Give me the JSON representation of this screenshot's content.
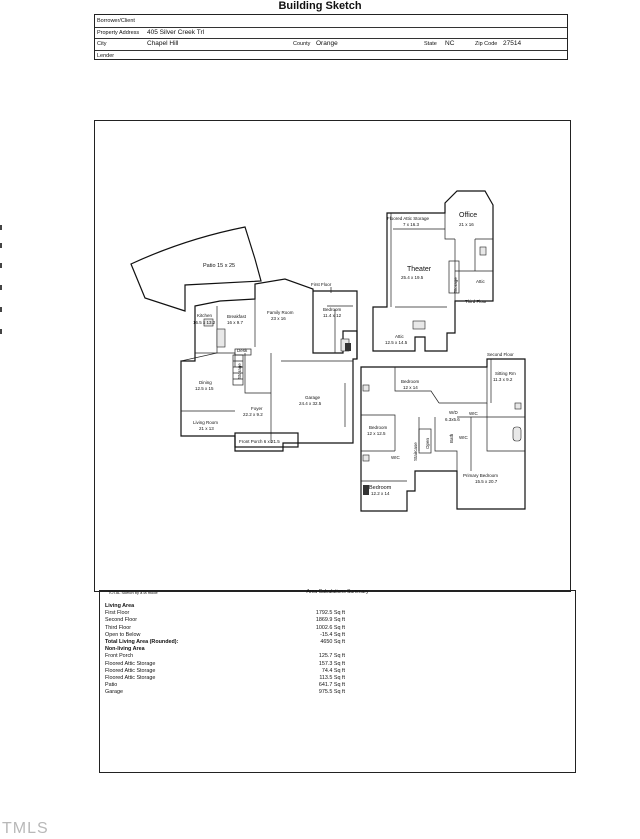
{
  "document": {
    "title": "Building Sketch"
  },
  "header": {
    "borrower_label": "Borrower/Client",
    "property_address_label": "Property Address",
    "property_address": "405 Silver Creek Trl",
    "city_label": "City",
    "city": "Chapel Hill",
    "county_label": "County",
    "county": "Orange",
    "state_label": "State",
    "state": "NC",
    "zip_label": "Zip Code",
    "zip": "27514",
    "lender_label": "Lender"
  },
  "sketch": {
    "first_floor": {
      "floor_label": "First Floor",
      "patio": "Patio 15 x 25",
      "kitchen": "Kitchen",
      "kitchen_dim": "16.5 x 13.2",
      "breakfast": "Breakfast",
      "breakfast_dim": "16 x 9.7",
      "family_room": "Family Room",
      "family_room_dim": "23 x 16",
      "bedroom": "Bedroom",
      "bedroom_dim": "11.4 x 12",
      "desk": "Desk",
      "storage": "Storage",
      "dining": "Dining",
      "dining_dim": "12.5 x 15",
      "foyer": "Foyer",
      "foyer_dim": "22.2 x 9.2",
      "living_room": "Living Room",
      "living_room_dim": "21 x 13",
      "garage": "Garage",
      "garage_dim": "24.4 x 32.5",
      "front_porch": "Front Porch 6 x 21.5"
    },
    "third_floor": {
      "floor_label": "Third Floor",
      "floored_attic_storage": "Floored Attic Storage",
      "floored_attic_storage_dim": "7 x 16.3",
      "office": "Office",
      "office_dim": "21 x 16",
      "theater": "Theater",
      "theater_dim": "25.4 x 19.5",
      "attic_right": "Attic",
      "attic_left": "Attic",
      "attic_left_dim": "12.5 x 14.5",
      "storage": "Storage"
    },
    "second_floor": {
      "floor_label": "Second Floor",
      "bedroom_top": "Bedroom",
      "bedroom_top_dim": "12 x 14",
      "sitting_rm": "Sitting Rm",
      "sitting_rm_dim": "11.3 x 9.2",
      "bedroom_left": "Bedroom",
      "bedroom_left_dim": "12 x 12.5",
      "wd": "W/D",
      "wd_dim": "6.3x5.6",
      "wic_top": "WIC",
      "wic_mid": "WIC",
      "wic_left": "WIC",
      "bath": "Bath",
      "open": "Open",
      "staircase": "Staircase",
      "primary_bedroom": "Primary Bedroom",
      "primary_bedroom_dim": "15.5 x 20.7",
      "bedroom_bottom": "Bedroom",
      "bedroom_bottom_dim": "12.2 x 14"
    }
  },
  "area_summary": {
    "credit": "TOTAL Sketch by a la mode",
    "title": "Area Calculations Summary",
    "rows": [
      {
        "name": "Living Area",
        "value": "",
        "bold": true
      },
      {
        "name": "First Floor",
        "value": "1792.5 Sq ft",
        "bold": false
      },
      {
        "name": "Second Floor",
        "value": "1869.9 Sq ft",
        "bold": false
      },
      {
        "name": "Third Floor",
        "value": "1002.6 Sq ft",
        "bold": false
      },
      {
        "name": "Open to Below",
        "value": "-15.4 Sq ft",
        "bold": false
      },
      {
        "name": "Total Living Area (Rounded):",
        "value": "4650 Sq ft",
        "bold": true
      },
      {
        "name": "Non-living Area",
        "value": "",
        "bold": true
      },
      {
        "name": "Front Porch",
        "value": "125.7 Sq ft",
        "bold": false
      },
      {
        "name": "Floored Attic Storage",
        "value": "157.3 Sq ft",
        "bold": false
      },
      {
        "name": "Floored Attic Storage",
        "value": "74.4 Sq ft",
        "bold": false
      },
      {
        "name": "Floored Attic Storage",
        "value": "113.5 Sq ft",
        "bold": false
      },
      {
        "name": "Patio",
        "value": "641.7 Sq ft",
        "bold": false
      },
      {
        "name": "Garage",
        "value": "975.5 Sq ft",
        "bold": false
      }
    ]
  },
  "watermark": "TMLS"
}
